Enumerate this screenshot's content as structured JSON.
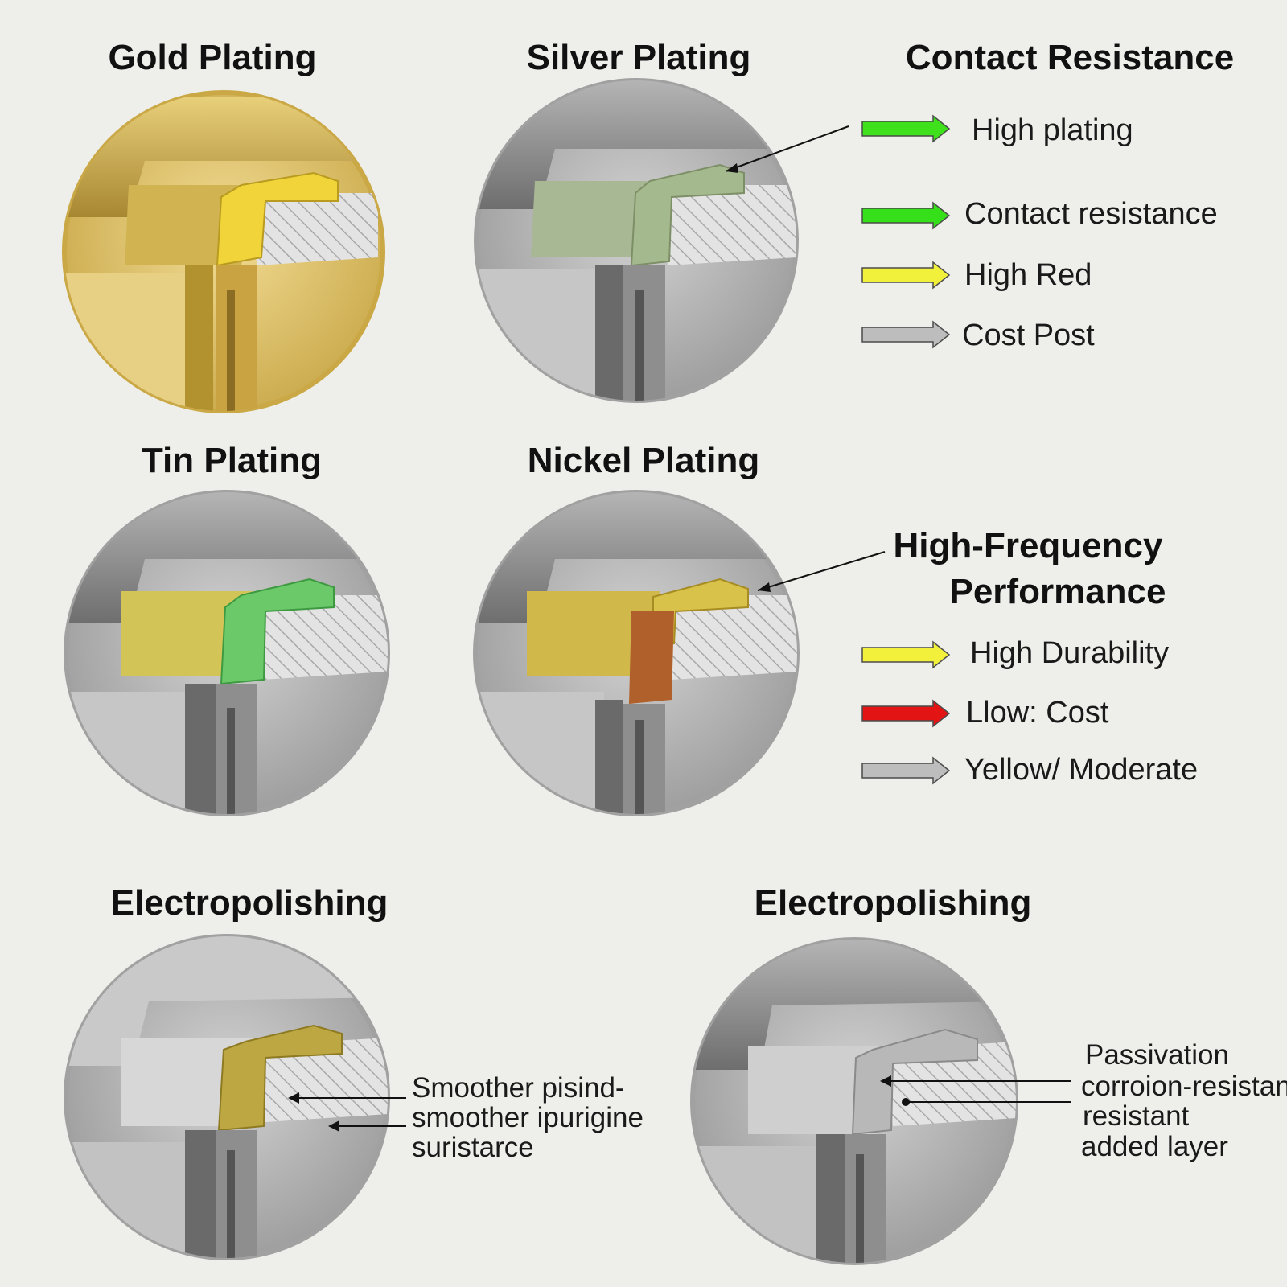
{
  "panels": [
    {
      "id": "gold",
      "title": "Gold Plating"
    },
    {
      "id": "silver",
      "title": "Silver Plating"
    },
    {
      "id": "tin",
      "title": "Tin Plating"
    },
    {
      "id": "nickel",
      "title": "Nickel Plating"
    },
    {
      "id": "electro1",
      "title": "Electropolishing"
    },
    {
      "id": "electro2",
      "title": "Electropolishing"
    }
  ],
  "legend_top": {
    "title": "Contact Resistance",
    "items": [
      {
        "label": "High plating",
        "color": "#3fe11c"
      },
      {
        "label": "Contact resistance",
        "color": "#35e01a"
      },
      {
        "label": "High Red",
        "color": "#f1f03a"
      },
      {
        "label": "Cost Post",
        "color": "#bdbdbd"
      }
    ]
  },
  "legend_mid": {
    "title_line1": "High-Frequency",
    "title_line2": "Performance",
    "items": [
      {
        "label": "High Durability",
        "color": "#f2f03a"
      },
      {
        "label": "Llow: Cost",
        "color": "#e21414"
      },
      {
        "label": "Yellow/ Moderate",
        "color": "#bdbdbd"
      }
    ]
  },
  "note_left": {
    "lines": [
      "Smoother pisind-",
      "smoother ipurigine",
      "suristarce"
    ]
  },
  "note_right": {
    "lines": [
      "Passivation",
      "corroion-resistan",
      "resistant",
      "added layer"
    ]
  }
}
